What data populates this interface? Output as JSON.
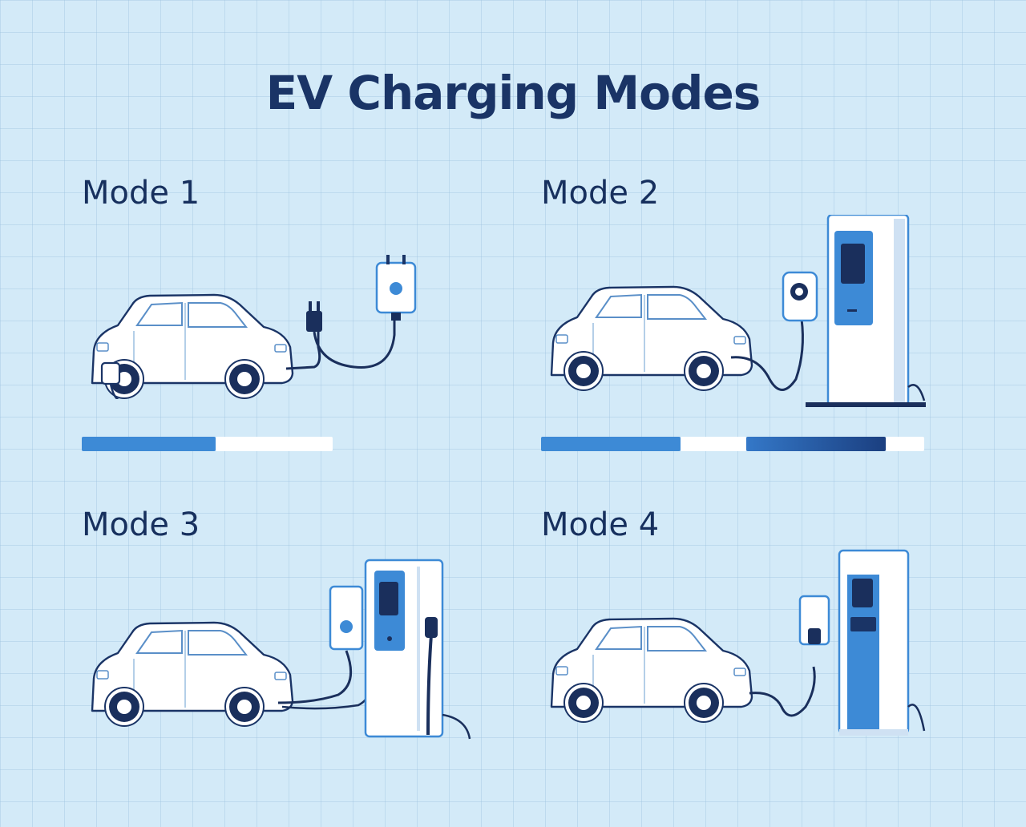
{
  "title": "EV Charging Modes",
  "modes": [
    {
      "label": "Mode 1"
    },
    {
      "label": "Mode 2"
    },
    {
      "label": "Mode 3"
    },
    {
      "label": "Mode 4"
    }
  ],
  "colors": {
    "background": "#d3eaf8",
    "outline": "#1a3466",
    "accent": "#3d8ad6",
    "wheel": "#1a2f5c",
    "white": "#ffffff"
  }
}
